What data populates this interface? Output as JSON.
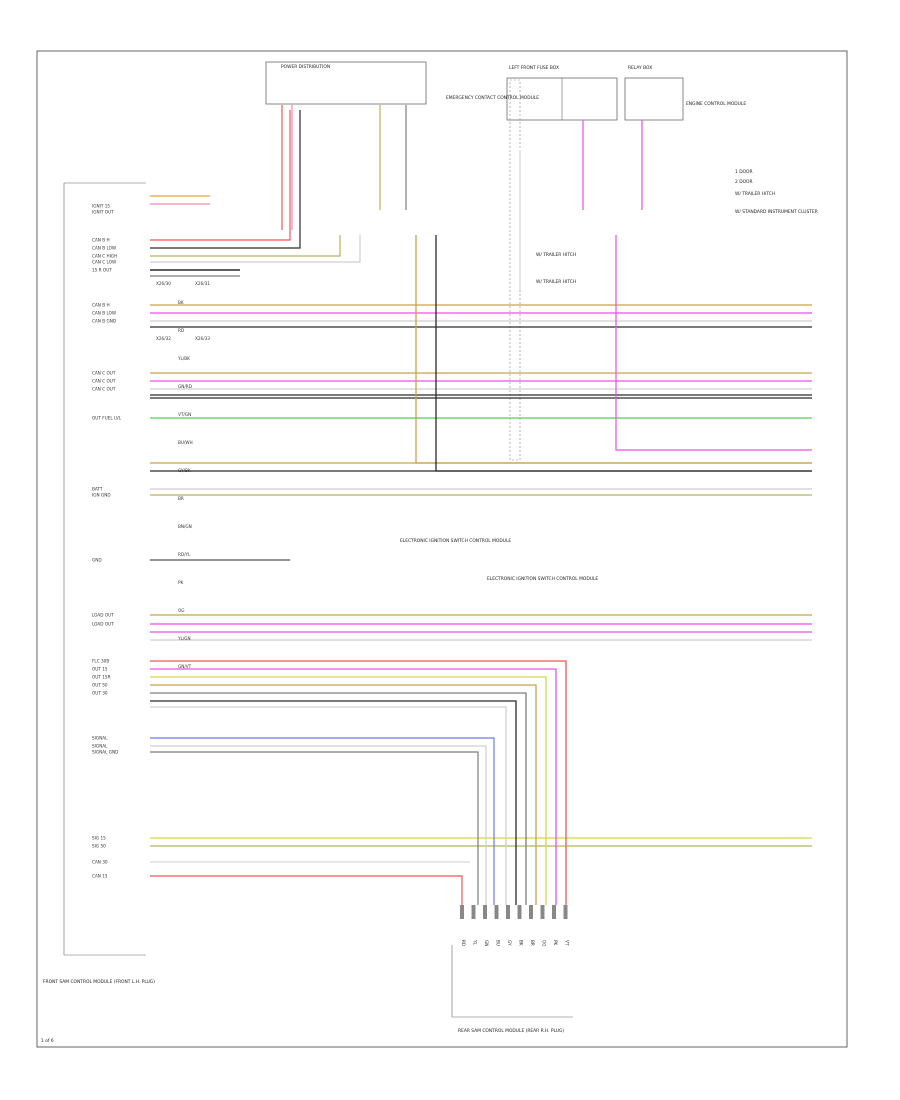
{
  "page_id": "1 of 6",
  "colors": {
    "orange": "#e8a23a",
    "pink": "#f08aa8",
    "red": "#f25555",
    "magenta": "#ee4ee8",
    "gray": "#7d7d7d",
    "black": "#2a2a2a",
    "tan": "#c9a24a",
    "yellow": "#d9d34a",
    "green": "#4fd24f",
    "blue": "#6f77ee",
    "lightgray": "#cfcfcf",
    "olive": "#b6b25c"
  },
  "modules": {
    "main_module": "FRONT SAM CONTROL MODULE (FRONT L.H. PLUG)",
    "bottom_module": "REAR SAM CONTROL MODULE (REAR R.H. PLUG)",
    "top_module": "POWER DISTRIBUTION",
    "fuse_module": "LEFT FRONT FUSE BOX",
    "relay_module": "RELAY BOX",
    "emergency_note": "EMERGENCY CONTACT CONTROL MODULE",
    "engine_module": "ENGINE CONTROL MODULE"
  },
  "notes": [
    "1 DOOR",
    "2 DOOR",
    "W/ TRAILER HITCH",
    "W/ STANDARD INSTRUMENT CLUSTER"
  ],
  "branch_notes": [
    "W/ TRAILER HITCH",
    "W/ TRAILER HITCH"
  ],
  "wiring_note_1": "ELECTRONIC IGNITION SWITCH CONTROL MODULE",
  "wiring_note_2": "ELECTRONIC IGNITION SWITCH CONTROL MODULE",
  "left_labels": [
    "IGNIT 15",
    "IGNIT OUT",
    "CAN B H",
    "CAN B LOW",
    "CAN C HIGH",
    "CAN C LOW",
    "15 R OUT",
    "CAN B H",
    "CAN B LOW",
    "CAN B GND",
    "CAN C OUT",
    "CAN C OUT",
    "CAN C OUT",
    "OUT FUEL LVL",
    "BATT",
    "IGN GND",
    "GND",
    "LOAD OUT",
    "LOAD OUT",
    "FLC 30B",
    "OUT 15",
    "OUT 15R",
    "OUT 50",
    "OUT 30",
    "SIGNAL",
    "SIGNAL",
    "SIGNAL GND",
    "SIG 15",
    "SIG 50",
    "CAN 30",
    "CAN 15"
  ],
  "wire_codes": [
    "BK",
    "RD",
    "YL/BK",
    "GN/RD",
    "VT/GN",
    "BU/WH",
    "GY/BK",
    "BR",
    "BN/GN",
    "RD/YL",
    "PK",
    "OG",
    "YL/GN",
    "GN/VT"
  ],
  "connector_labels": [
    "X26/30",
    "X26/31",
    "X26/32",
    "X26/33"
  ],
  "bottom_pin_labels": [
    "RD",
    "YL",
    "GN",
    "BU",
    "GY",
    "BK",
    "BR",
    "OG",
    "PK",
    "VT"
  ]
}
